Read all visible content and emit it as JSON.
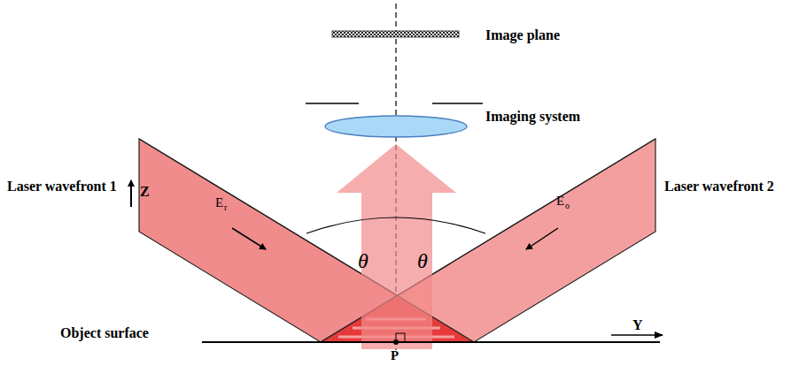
{
  "diagram": {
    "labels": [
      "Image plane",
      "Imaging system",
      "Laser wavefront 1",
      "Laser wavefront 2",
      "Z",
      "E",
      "r",
      "θ",
      "θ",
      "E",
      "o",
      "Object surface",
      "Y",
      "P"
    ]
  }
}
